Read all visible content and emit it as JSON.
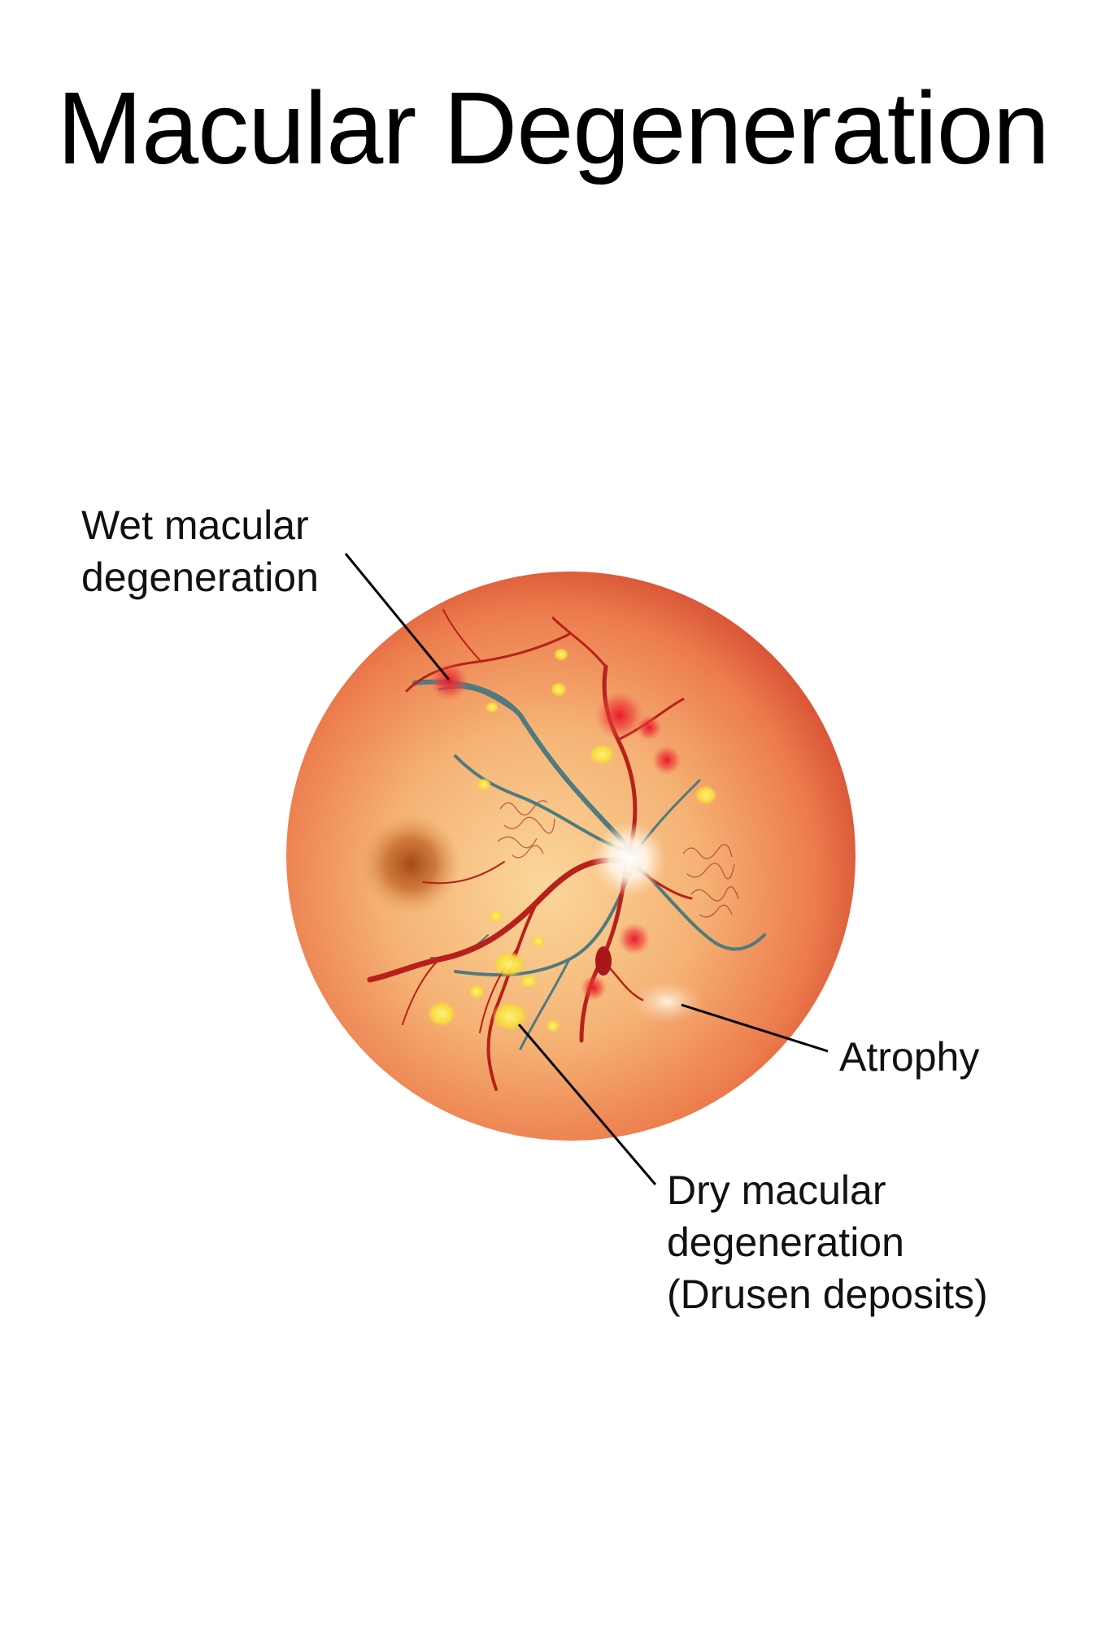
{
  "title": "Macular Degeneration",
  "labels": {
    "wet": [
      "Wet macular",
      "degeneration"
    ],
    "atrophy": [
      "Atrophy"
    ],
    "dry": [
      "Dry macular",
      "degeneration",
      "(Drusen deposits)"
    ]
  },
  "colors": {
    "retina_center": "#f9cd8e",
    "retina_edge": "#d4452d",
    "artery": "#b8201b",
    "vein": "#4f7a7e",
    "drusen": "#f4e23a",
    "hemorrhage": "#e8202a",
    "macula": "#b4561e",
    "leader_line": "#000000"
  }
}
